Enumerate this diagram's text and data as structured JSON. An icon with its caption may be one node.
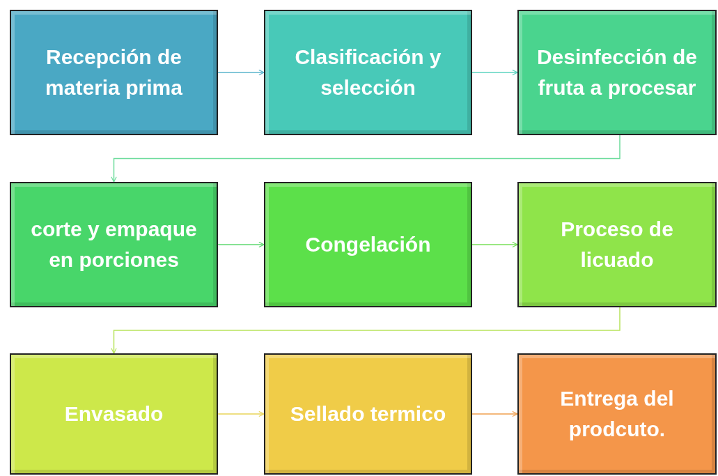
{
  "diagram": {
    "nodes": [
      {
        "text": [
          "Recepción de materia prima"
        ]
      },
      {
        "text": [
          "Clasificación y selección"
        ]
      },
      {
        "text": [
          "Desinfección de fruta a procesar"
        ]
      },
      {
        "text": [
          "corte y empaque en porciones"
        ]
      },
      {
        "text": [
          "Congelación"
        ]
      },
      {
        "text": [
          "Proceso de licuado"
        ]
      },
      {
        "text": [
          "Envasado"
        ]
      },
      {
        "text": [
          "Sellado termico"
        ]
      },
      {
        "text": [
          "Entrega del prodcuto."
        ]
      }
    ],
    "edges": [
      {
        "from": 0,
        "to": 1,
        "arrow": "to",
        "color": "#5ab4cc"
      },
      {
        "from": 1,
        "to": 2,
        "arrow": "to",
        "color": "#5dd4c0"
      },
      {
        "from": 2,
        "to": 3,
        "arrow": "to",
        "color": "#6ddc9c"
      },
      {
        "from": 3,
        "to": 4,
        "arrow": "to",
        "color": "#5ed870"
      },
      {
        "from": 4,
        "to": 5,
        "arrow": "to",
        "color": "#78e05a"
      },
      {
        "from": 5,
        "to": 6,
        "arrow": "to",
        "color": "#b8e45c"
      },
      {
        "from": 6,
        "to": 7,
        "arrow": "to",
        "color": "#e8d45a"
      },
      {
        "from": 7,
        "to": 8,
        "arrow": "to",
        "color": "#f0a050"
      }
    ]
  }
}
